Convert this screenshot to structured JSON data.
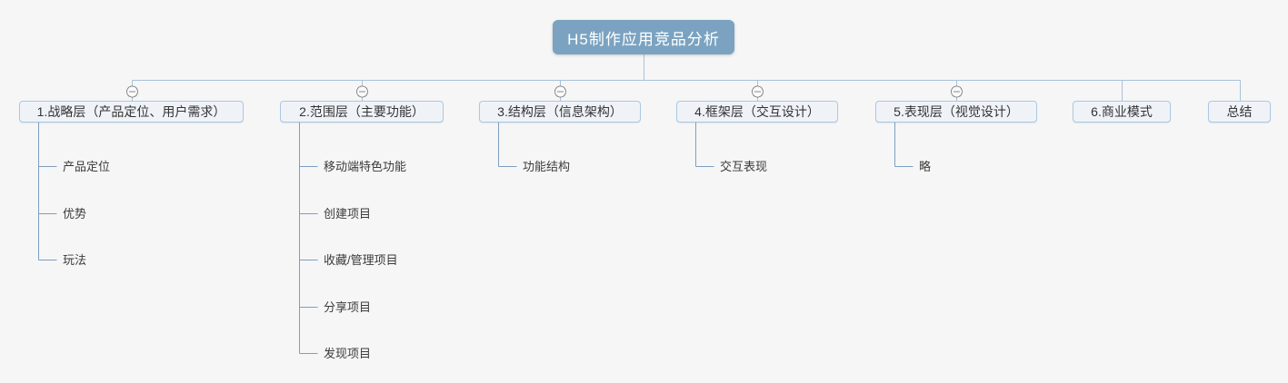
{
  "colors": {
    "background": "#f6f6f6",
    "root_fill": "#7ba3c1",
    "root_text": "#ffffff",
    "topic_fill": "#eff3f8",
    "topic_border": "#abc8e2",
    "topic_text": "#333333",
    "sub_topic_text": "#3b3b3b",
    "main_line": "#a9c2d9",
    "branch_line": "#7e9fc0",
    "collapse_stroke": "#8a8a8a",
    "collapse_fill": "#fafafa"
  },
  "icons": {
    "collapse": "minus-circle-icon"
  },
  "mindmap": {
    "root": {
      "label": "H5制作应用竞品分析"
    },
    "branches": [
      {
        "label": "1.战略层（产品定位、用户需求）",
        "collapsible": true,
        "children": [
          "产品定位",
          "优势",
          "玩法"
        ]
      },
      {
        "label": "2.范围层（主要功能）",
        "collapsible": true,
        "children": [
          "移动端特色功能",
          "创建项目",
          "收藏/管理项目",
          "分享项目",
          "发现项目"
        ]
      },
      {
        "label": "3.结构层（信息架构）",
        "collapsible": true,
        "children": [
          "功能结构"
        ]
      },
      {
        "label": "4.框架层（交互设计）",
        "collapsible": true,
        "children": [
          "交互表现"
        ]
      },
      {
        "label": "5.表现层（视觉设计）",
        "collapsible": true,
        "children": [
          "略"
        ]
      },
      {
        "label": "6.商业模式",
        "collapsible": false,
        "children": []
      },
      {
        "label": "总结",
        "collapsible": false,
        "children": []
      }
    ]
  }
}
